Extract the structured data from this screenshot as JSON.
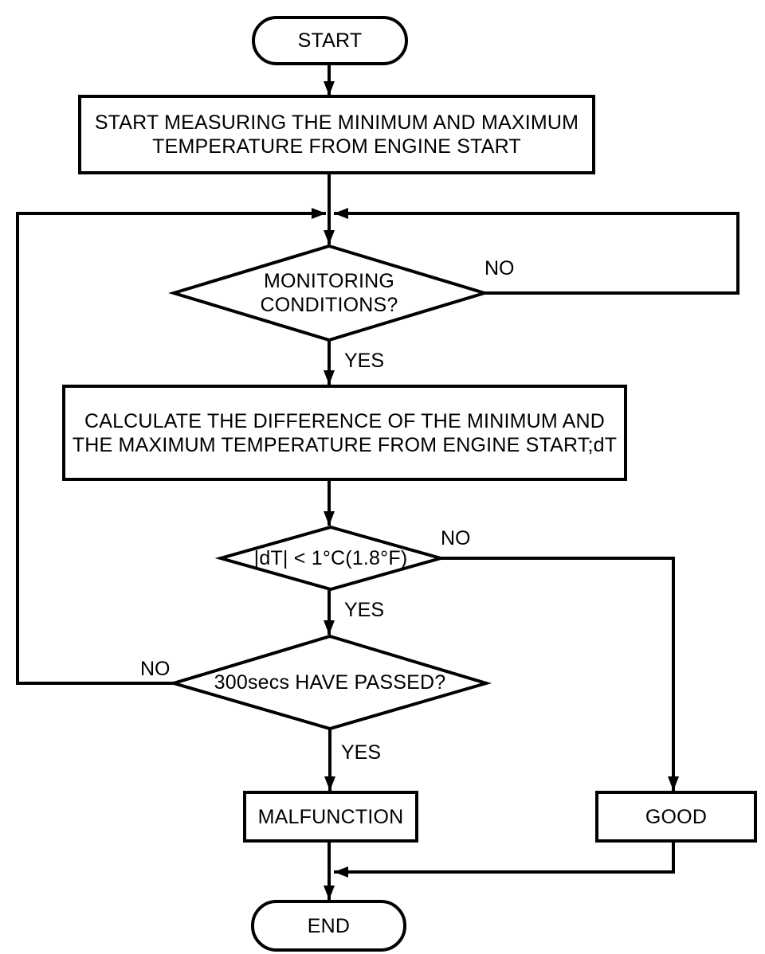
{
  "diagram": {
    "type": "flowchart",
    "colors": {
      "stroke": "#000000",
      "shape_fill": "#ffffff",
      "background": "#ffffff",
      "text": "#000000"
    },
    "nodes": {
      "start": {
        "shape": "terminator",
        "label": "START"
      },
      "measure": {
        "shape": "process",
        "lines": [
          "START MEASURING THE MINIMUM AND MAXIMUM",
          "TEMPERATURE FROM ENGINE START"
        ]
      },
      "monitoring": {
        "shape": "decision",
        "lines": [
          "MONITORING",
          "CONDITIONS?"
        ]
      },
      "calculate": {
        "shape": "process",
        "lines": [
          "CALCULATE THE DIFFERENCE OF THE MINIMUM AND",
          "THE MAXIMUM TEMPERATURE FROM ENGINE START;dT"
        ]
      },
      "dt_check": {
        "shape": "decision",
        "label": "|dT| < 1°C(1.8°F)"
      },
      "passed": {
        "shape": "decision",
        "label": "300secs HAVE PASSED?"
      },
      "malfunction": {
        "shape": "process",
        "label": "MALFUNCTION"
      },
      "good": {
        "shape": "process",
        "label": "GOOD"
      },
      "end": {
        "shape": "terminator",
        "label": "END"
      }
    },
    "edge_labels": {
      "monitoring_no": "NO",
      "monitoring_yes": "YES",
      "dt_no": "NO",
      "dt_yes": "YES",
      "passed_no": "NO",
      "passed_yes": "YES"
    }
  }
}
